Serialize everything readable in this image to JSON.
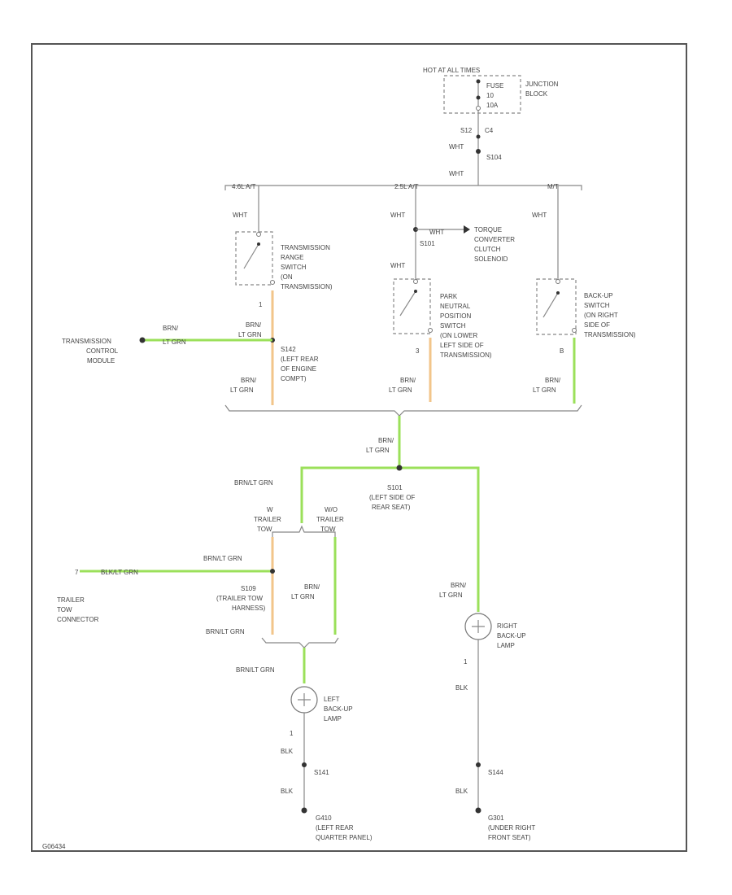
{
  "colors": {
    "wire_green": "#9be05a",
    "wire_tan": "#f2c58a",
    "wire": "#888888",
    "frame": "#555555"
  },
  "power": {
    "header": "HOT AT ALL TIMES",
    "fuse": [
      "FUSE",
      "10",
      "10A"
    ],
    "junction_block": [
      "JUNCTION",
      "BLOCK"
    ],
    "splice_top": [
      "S12",
      "C4"
    ],
    "wire1": "WHT",
    "splice_s104": "S104",
    "bus_wire": "WHT"
  },
  "bus_top": {
    "branch_left": "4.6L A/T",
    "branch_mid": "2.5L A/T",
    "branch_right": "M/T"
  },
  "left_branch": {
    "wire_top": "WHT",
    "switch_lines": [
      "TRANSMISSION",
      "RANGE",
      "SWITCH",
      "(ON",
      "TRANSMISSION)"
    ],
    "pin": "1",
    "wire_upper_lines": [
      "BRN/",
      "LT GRN"
    ],
    "splice_lines": [
      "S142",
      "(LEFT REAR",
      "OF ENGINE",
      "COMPT)"
    ],
    "wire_lower_lines": [
      "BRN/",
      "LT GRN"
    ],
    "tcm_wire_lines": [
      "BRN/",
      "LT GRN"
    ],
    "tcm_lines": [
      "TRANSMISSION",
      "CONTROL",
      "MODULE"
    ]
  },
  "mid_branch": {
    "wire_top": "WHT",
    "wire_tcc": "WHT",
    "splice_s101": "S101",
    "tcc_lines": [
      "TORQUE",
      "CONVERTER",
      "CLUTCH",
      "SOLENOID"
    ],
    "wire_mid": "WHT",
    "switch_lines": [
      "PARK",
      "NEUTRAL",
      "POSITION",
      "SWITCH",
      "(ON LOWER",
      "LEFT SIDE OF",
      "TRANSMISSION)"
    ],
    "pin": "3",
    "wire_lower_lines": [
      "BRN/",
      "LT GRN"
    ]
  },
  "right_branch": {
    "wire_top": "WHT",
    "switch_lines": [
      "BACK-UP",
      "SWITCH",
      "(ON RIGHT",
      "SIDE OF",
      "TRANSMISSION)"
    ],
    "pin": "B",
    "wire_lower_lines": [
      "BRN/",
      "LT GRN"
    ]
  },
  "center": {
    "wire_lines": [
      "BRN/",
      "LT GRN"
    ],
    "splice_lines": [
      "S101",
      "(LEFT SIDE OF",
      "REAR SEAT)"
    ],
    "left_wire": "BRN/LT GRN"
  },
  "trailer": {
    "conn_left_lines": [
      "W",
      "TRAILER",
      "TOW"
    ],
    "conn_right_lines": [
      "W/O",
      "TRAILER",
      "TOW"
    ],
    "wire_top": "BRN/LT GRN",
    "pin": "7",
    "tow_wire": "BLK/LT GRN",
    "tow_lines": [
      "TRAILER",
      "TOW",
      "CONNECTOR"
    ],
    "splice_lines": [
      "S109",
      "(TRAILER TOW",
      "HARNESS)"
    ],
    "wire_right_lines": [
      "BRN/",
      "LT GRN"
    ],
    "wire_bottom": "BRN/LT GRN"
  },
  "left_lamp": {
    "wire_top": "BRN/LT GRN",
    "lamp_lines": [
      "LEFT",
      "BACK-UP",
      "LAMP"
    ],
    "pin": "1",
    "wire_blk1": "BLK",
    "splice": "S141",
    "wire_blk2": "BLK",
    "ground_lines": [
      "G410",
      "(LEFT REAR",
      "QUARTER PANEL)"
    ]
  },
  "right_lamp": {
    "wire_lines": [
      "BRN/",
      "LT GRN"
    ],
    "lamp_lines": [
      "RIGHT",
      "BACK-UP",
      "LAMP"
    ],
    "pin": "1",
    "wire_blk1": "BLK",
    "splice": "S144",
    "wire_blk2": "BLK",
    "ground_lines": [
      "G301",
      "(UNDER RIGHT",
      "FRONT SEAT)"
    ]
  },
  "footer": {
    "figure_id": "G06434"
  }
}
